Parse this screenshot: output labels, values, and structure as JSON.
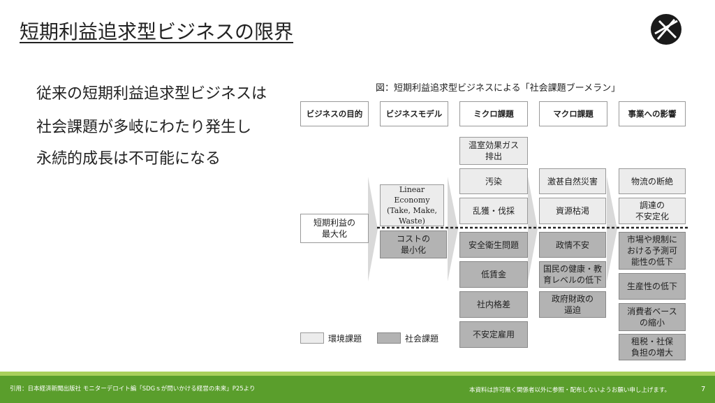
{
  "slide": {
    "title": "短期利益追求型ビジネスの限界",
    "bullets": [
      "従来の短期利益追求型ビジネスは",
      "社会課題が多岐にわたり発生し",
      "永続的成長は不可能になる"
    ],
    "page_number": "7"
  },
  "diagram": {
    "caption": "図：短期利益追求型ビジネスによる「社会課題ブーメラン」",
    "headers": [
      "ビジネスの目的",
      "ビジネスモデル",
      "ミクロ課題",
      "マクロ課題",
      "事業への影響"
    ],
    "purpose": "短期利益の\n最大化",
    "model_env": "Linear Economy\n(Take, Make,\nWaste)",
    "model_soc": "コストの\n最小化",
    "micro_env": [
      "温室効果ガス\n排出",
      "汚染",
      "乱獲・伐採"
    ],
    "micro_soc": [
      "安全衛生問題",
      "低賃金",
      "社内格差",
      "不安定雇用"
    ],
    "macro_env": [
      "激甚自然災害",
      "資源枯渇"
    ],
    "macro_soc": [
      "政情不安",
      "国民の健康・教\n育レベルの低下",
      "政府財政の\n逼迫"
    ],
    "impact_env": [
      "物流の断絶",
      "調達の\n不安定化"
    ],
    "impact_soc": [
      "市場や規制に\nおける予測可\n能性の低下",
      "生産性の低下",
      "消費者ベース\nの縮小",
      "租税・社保\n負担の増大"
    ],
    "legend": [
      "環境課題",
      "社会課題"
    ],
    "colors": {
      "environment": "#ececec",
      "social": "#b3b3b3",
      "footer": "#5a9e2c"
    }
  },
  "footer": {
    "citation": "引用：日本経済新聞出版社 モニターデロイト編「SDGｓが問いかける経営の未来」P25より",
    "notice": "本資料は許可無く関係者以外に参照・配布しないようお願い申し上げます。"
  }
}
